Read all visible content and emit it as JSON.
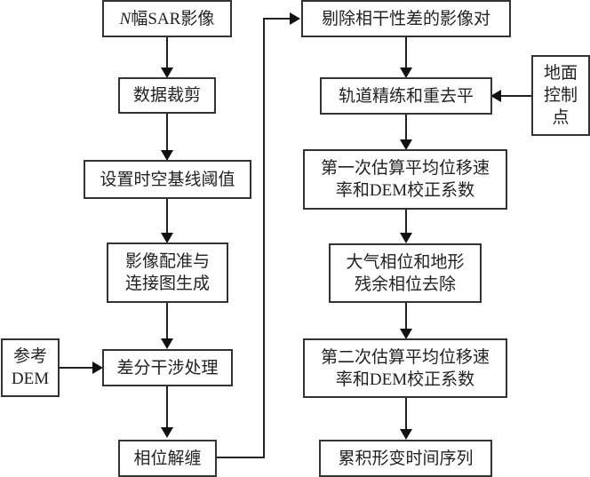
{
  "diagram": {
    "type": "flowchart",
    "left_column": [
      {
        "id": "n-sar",
        "lines": [
          "N幅SAR影像"
        ],
        "italic_prefix": "N",
        "rest": "幅SAR影像"
      },
      {
        "id": "crop",
        "lines": [
          "数据裁剪"
        ]
      },
      {
        "id": "baseline",
        "lines": [
          "设置时空基线阈值"
        ]
      },
      {
        "id": "coreg",
        "lines": [
          "影像配准与",
          "连接图生成"
        ]
      },
      {
        "id": "diff",
        "lines": [
          "差分干涉处理"
        ]
      },
      {
        "id": "unwrap",
        "lines": [
          "相位解缠"
        ]
      }
    ],
    "right_column": [
      {
        "id": "remove",
        "lines": [
          "剔除相干性差的影像对"
        ]
      },
      {
        "id": "orbit",
        "lines": [
          "轨道精练和重去平"
        ]
      },
      {
        "id": "est1",
        "lines": [
          "第一次估算平均位移速",
          "率和DEM校正系数"
        ]
      },
      {
        "id": "atmo",
        "lines": [
          "大气相位和地形",
          "残余相位去除"
        ]
      },
      {
        "id": "est2",
        "lines": [
          "第二次估算平均位移速",
          "率和DEM校正系数"
        ]
      },
      {
        "id": "series",
        "lines": [
          "累积形变时间序列"
        ]
      }
    ],
    "inputs": [
      {
        "id": "ref-dem",
        "lines": [
          "参考",
          "DEM"
        ],
        "target": "diff"
      },
      {
        "id": "gcp",
        "lines": [
          "地面",
          "控制",
          "点"
        ],
        "target": "orbit"
      }
    ],
    "edges": [
      [
        "n-sar",
        "crop"
      ],
      [
        "crop",
        "baseline"
      ],
      [
        "baseline",
        "coreg"
      ],
      [
        "coreg",
        "diff"
      ],
      [
        "diff",
        "unwrap"
      ],
      [
        "unwrap",
        "remove"
      ],
      [
        "remove",
        "orbit"
      ],
      [
        "orbit",
        "est1"
      ],
      [
        "est1",
        "atmo"
      ],
      [
        "atmo",
        "est2"
      ],
      [
        "est2",
        "series"
      ],
      [
        "ref-dem",
        "diff"
      ],
      [
        "gcp",
        "orbit"
      ]
    ]
  }
}
